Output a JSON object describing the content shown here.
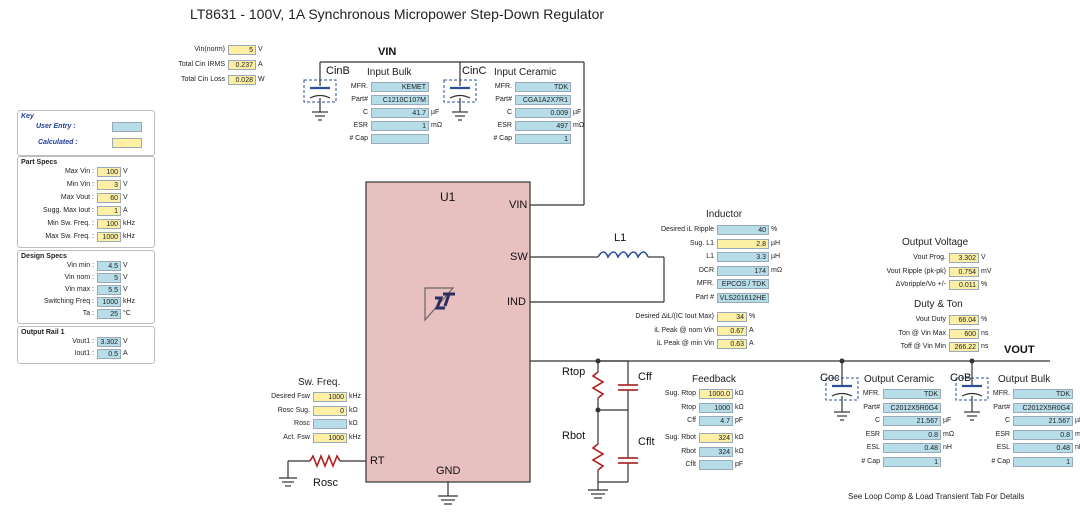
{
  "title": "LT8631  - 100V, 1A Synchronous Micropower Step-Down Regulator",
  "colors": {
    "user_entry": "#b7dde8",
    "calculated": "#fdf0a4",
    "ic_fill": "#e8c0c0"
  },
  "nets": {
    "vin": "VIN",
    "vout": "VOUT"
  },
  "ic": {
    "ref": "U1",
    "pin_vin": "VIN",
    "pin_sw": "SW",
    "pin_ind": "IND",
    "pin_rt": "RT",
    "pin_gnd": "GND",
    "logo": "lt-logo"
  },
  "components": {
    "cinb": "CinB",
    "cinc": "CinC",
    "l1": "L1",
    "rtop": "Rtop",
    "rbot": "Rbot",
    "cff": "Cff",
    "cflt": "Cflt",
    "coc": "Coc",
    "cob": "CoB",
    "rosc": "Rosc"
  },
  "top_inputs": [
    {
      "label": "Vin(norm)",
      "value": "5",
      "unit": "V",
      "kind": "calc"
    },
    {
      "label": "Total Cin IRMS",
      "value": "0.237",
      "unit": "A",
      "kind": "calc"
    },
    {
      "label": "Total Cin Loss",
      "value": "0.028",
      "unit": "W",
      "kind": "calc"
    }
  ],
  "key": {
    "title": "Key",
    "user_label": "User Entry :",
    "calc_label": "Calculated :"
  },
  "part_specs": {
    "title": "Part Specs",
    "rows": [
      {
        "label": "Max Vin :",
        "value": "100",
        "unit": "V",
        "kind": "calc"
      },
      {
        "label": "Min Vin :",
        "value": "3",
        "unit": "V",
        "kind": "calc"
      },
      {
        "label": "Max Vout :",
        "value": "60",
        "unit": "V",
        "kind": "calc"
      },
      {
        "label": "Sugg. Max Iout :",
        "value": "1",
        "unit": "A",
        "kind": "calc"
      },
      {
        "label": "Min Sw. Freq. :",
        "value": "100",
        "unit": "kHz",
        "kind": "calc"
      },
      {
        "label": "Max Sw. Freq. :",
        "value": "1000",
        "unit": "kHz",
        "kind": "calc"
      }
    ]
  },
  "design_specs": {
    "title": "Design Specs",
    "rows": [
      {
        "label": "Vin min :",
        "value": "4.5",
        "unit": "V",
        "kind": "user"
      },
      {
        "label": "Vin nom :",
        "value": "5",
        "unit": "V",
        "kind": "user"
      },
      {
        "label": "Vin max :",
        "value": "5.5",
        "unit": "V",
        "kind": "user"
      },
      {
        "label": "Switching Freq :",
        "value": "1000",
        "unit": "kHz",
        "kind": "user"
      },
      {
        "label": "Ta :",
        "value": "25",
        "unit": "°C",
        "kind": "user"
      }
    ]
  },
  "output_rail": {
    "title": "Output Rail 1",
    "rows": [
      {
        "label": "Vout1 :",
        "value": "3.302",
        "unit": "V",
        "kind": "user"
      },
      {
        "label": "Iout1 :",
        "value": "0.5",
        "unit": "A",
        "kind": "user"
      }
    ]
  },
  "input_bulk": {
    "title": "Input Bulk",
    "rows": [
      {
        "label": "MFR.",
        "value": "KEMET",
        "unit": "",
        "kind": "user"
      },
      {
        "label": "Part#",
        "value": "C1210C107M",
        "unit": "",
        "kind": "user"
      },
      {
        "label": "C",
        "value": "41.7",
        "unit": "µF",
        "kind": "user"
      },
      {
        "label": "ESR",
        "value": "1",
        "unit": "mΩ",
        "kind": "user"
      },
      {
        "label": "# Cap",
        "value": "",
        "unit": "",
        "kind": "user"
      }
    ]
  },
  "input_ceramic": {
    "title": "Input Ceramic",
    "rows": [
      {
        "label": "MFR.",
        "value": "TDK",
        "unit": "",
        "kind": "user"
      },
      {
        "label": "Part#",
        "value": "CGA1A2X7R1",
        "unit": "",
        "kind": "user"
      },
      {
        "label": "C",
        "value": "0.009",
        "unit": "µF",
        "kind": "user"
      },
      {
        "label": "ESR",
        "value": "497",
        "unit": "mΩ",
        "kind": "user"
      },
      {
        "label": "# Cap",
        "value": "1",
        "unit": "",
        "kind": "user"
      }
    ]
  },
  "inductor": {
    "title": "Inductor",
    "rows": [
      {
        "label": "Desired iL Ripple",
        "value": "40",
        "unit": "%",
        "kind": "user"
      },
      {
        "label": "Sug. L1",
        "value": "2.8",
        "unit": "µH",
        "kind": "calc"
      },
      {
        "label": "L1",
        "value": "3.3",
        "unit": "µH",
        "kind": "user"
      },
      {
        "label": "DCR",
        "value": "174",
        "unit": "mΩ",
        "kind": "user"
      },
      {
        "label": "MFR.",
        "value": "EPCOS / TDK",
        "unit": "",
        "kind": "user"
      },
      {
        "label": "Part #",
        "value": "VLS201612HE",
        "unit": "",
        "kind": "user"
      }
    ],
    "rows2": [
      {
        "label": "Desired ΔiL/(IC Iout Max)",
        "value": "34",
        "unit": "%",
        "kind": "calc"
      },
      {
        "label": "iL Peak @ nom Vin",
        "value": "0.67",
        "unit": "A",
        "kind": "calc"
      },
      {
        "label": "iL Peak @ min Vin",
        "value": "0.63",
        "unit": "A",
        "kind": "calc"
      }
    ]
  },
  "output_voltage": {
    "title": "Output Voltage",
    "rows": [
      {
        "label": "Vout Prog.",
        "value": "3.302",
        "unit": "V",
        "kind": "calc"
      },
      {
        "label": "Vout Ripple (pk-pk)",
        "value": "0.754",
        "unit": "mV",
        "kind": "calc"
      },
      {
        "label": "ΔVoripple/Vo +/-",
        "value": "0.011",
        "unit": "%",
        "kind": "calc"
      }
    ]
  },
  "duty_ton": {
    "title": "Duty & Ton",
    "rows": [
      {
        "label": "Vout Duty",
        "value": "66.04",
        "unit": "%",
        "kind": "calc"
      },
      {
        "label": "Ton @ Vin Max",
        "value": "600",
        "unit": "ns",
        "kind": "calc"
      },
      {
        "label": "Toff @ Vin Min",
        "value": "266.22",
        "unit": "ns",
        "kind": "calc"
      }
    ]
  },
  "sw_freq": {
    "title": "Sw. Freq.",
    "rows": [
      {
        "label": "Desired Fsw",
        "value": "1000",
        "unit": "kHz",
        "kind": "calc"
      },
      {
        "label": "Rosc Sug.",
        "value": "0",
        "unit": "kΩ",
        "kind": "calc"
      },
      {
        "label": "Rosc",
        "value": "",
        "unit": "kΩ",
        "kind": "user"
      },
      {
        "label": "Act. Fsw",
        "value": "1000",
        "unit": "kHz",
        "kind": "calc"
      }
    ]
  },
  "feedback": {
    "title": "Feedback",
    "rows": [
      {
        "label": "Sug. Rtop",
        "value": "1000.0",
        "unit": "kΩ",
        "kind": "calc"
      },
      {
        "label": "Rtop",
        "value": "1000",
        "unit": "kΩ",
        "kind": "user"
      },
      {
        "label": "Cff",
        "value": "4.7",
        "unit": "pF",
        "kind": "user"
      }
    ],
    "rows2": [
      {
        "label": "Sug. Rbot",
        "value": "324",
        "unit": "kΩ",
        "kind": "calc"
      },
      {
        "label": "Rbot",
        "value": "324",
        "unit": "kΩ",
        "kind": "user"
      },
      {
        "label": "Cflt",
        "value": "",
        "unit": "pF",
        "kind": "user"
      }
    ]
  },
  "output_ceramic": {
    "title": "Output Ceramic",
    "rows": [
      {
        "label": "MFR.",
        "value": "TDK",
        "unit": "",
        "kind": "user"
      },
      {
        "label": "Part#",
        "value": "C2012X5R0G4",
        "unit": "",
        "kind": "user"
      },
      {
        "label": "C",
        "value": "21.567",
        "unit": "µF",
        "kind": "user"
      },
      {
        "label": "ESR",
        "value": "0.8",
        "unit": "mΩ",
        "kind": "user"
      },
      {
        "label": "ESL",
        "value": "0.48",
        "unit": "nH",
        "kind": "user"
      },
      {
        "label": "# Cap",
        "value": "1",
        "unit": "",
        "kind": "user"
      }
    ]
  },
  "output_bulk": {
    "title": "Output Bulk",
    "rows": [
      {
        "label": "MFR.",
        "value": "TDK",
        "unit": "",
        "kind": "user"
      },
      {
        "label": "Part#",
        "value": "C2012X5R0G4",
        "unit": "",
        "kind": "user"
      },
      {
        "label": "C",
        "value": "21.567",
        "unit": "µF",
        "kind": "user"
      },
      {
        "label": "ESR",
        "value": "0.8",
        "unit": "mΩ",
        "kind": "user"
      },
      {
        "label": "ESL",
        "value": "0.48",
        "unit": "nH",
        "kind": "user"
      },
      {
        "label": "# Cap",
        "value": "1",
        "unit": "",
        "kind": "user"
      }
    ]
  },
  "footer_note": "See Loop Comp & Load Transient Tab For Details"
}
